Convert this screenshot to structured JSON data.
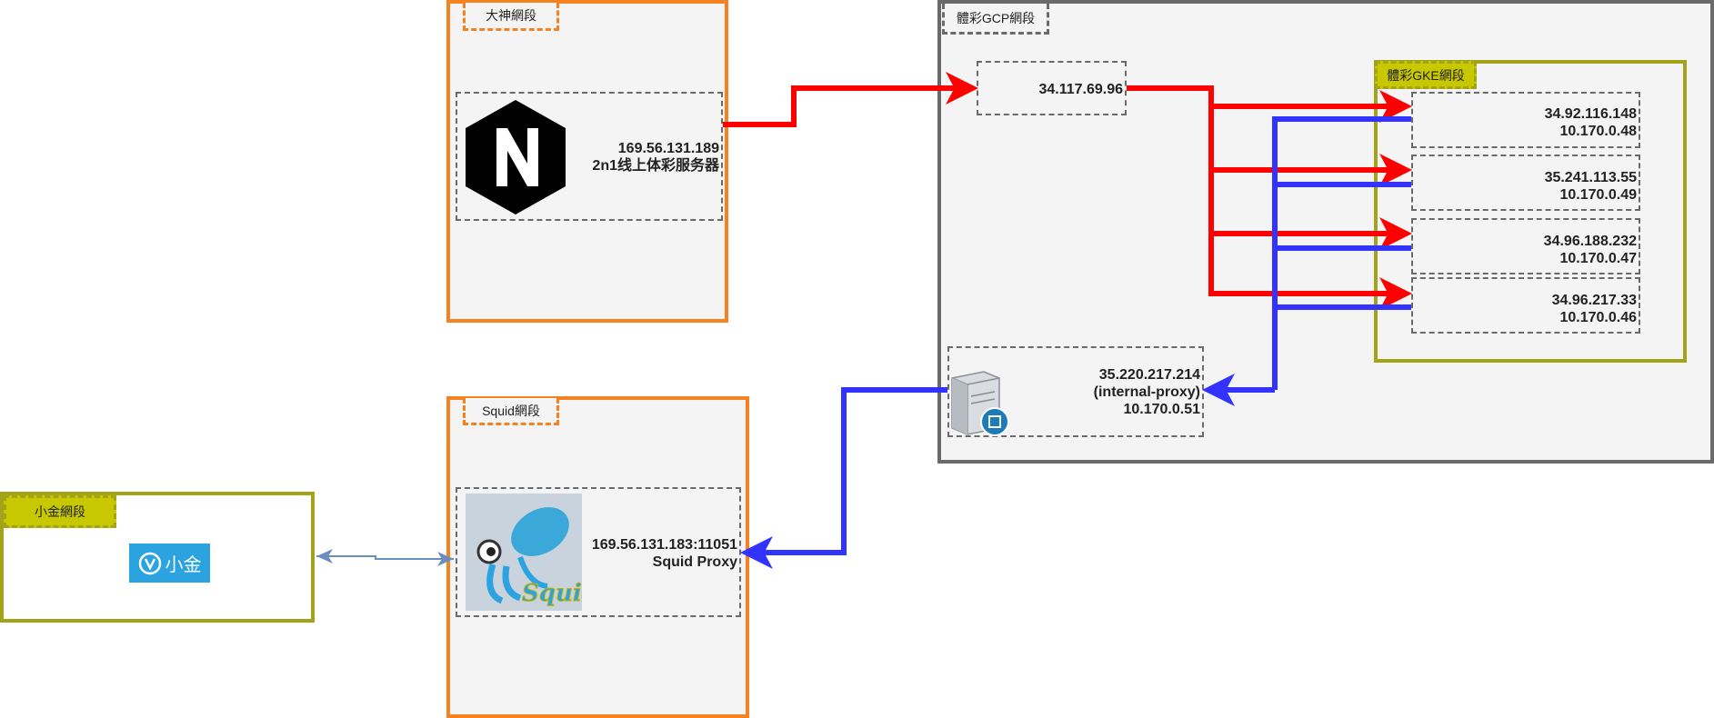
{
  "groups": {
    "nginx_zone": {
      "tag": "大神網段",
      "ip": "169.56.131.189",
      "desc": "2n1线上体彩服务器",
      "icon": "nginx-logo-icon"
    },
    "squid_zone": {
      "tag": "Squid網段",
      "ip": "169.56.131.183:11051",
      "desc": "Squid Proxy",
      "icon": "squid-logo-icon"
    },
    "xiaojin_zone": {
      "tag": "小金網段",
      "logo_text": "小金",
      "icon": "xiaojin-logo-icon"
    },
    "gcp_zone": {
      "tag": "體彩GCP網段",
      "lb_ip": "34.117.69.96",
      "proxy": {
        "ip": "35.220.217.214",
        "name": "(internal-proxy)",
        "internal_ip": "10.170.0.51",
        "icon": "server-icon"
      },
      "gke_zone": {
        "tag": "體彩GKE網段",
        "nodes": [
          {
            "public_ip": "34.92.116.148",
            "internal_ip": "10.170.0.48"
          },
          {
            "public_ip": "35.241.113.55",
            "internal_ip": "10.170.0.49"
          },
          {
            "public_ip": "34.96.188.232",
            "internal_ip": "10.170.0.47"
          },
          {
            "public_ip": "34.96.217.33",
            "internal_ip": "10.170.0.46"
          }
        ]
      }
    }
  },
  "colors": {
    "request": "#ff0000",
    "response": "#3333ff",
    "link": "#6c8ebf",
    "orange": "#f58220",
    "olive": "#a3a31a",
    "gray": "#6a6a6a",
    "xiaojin_blue": "#2aa3e0"
  }
}
